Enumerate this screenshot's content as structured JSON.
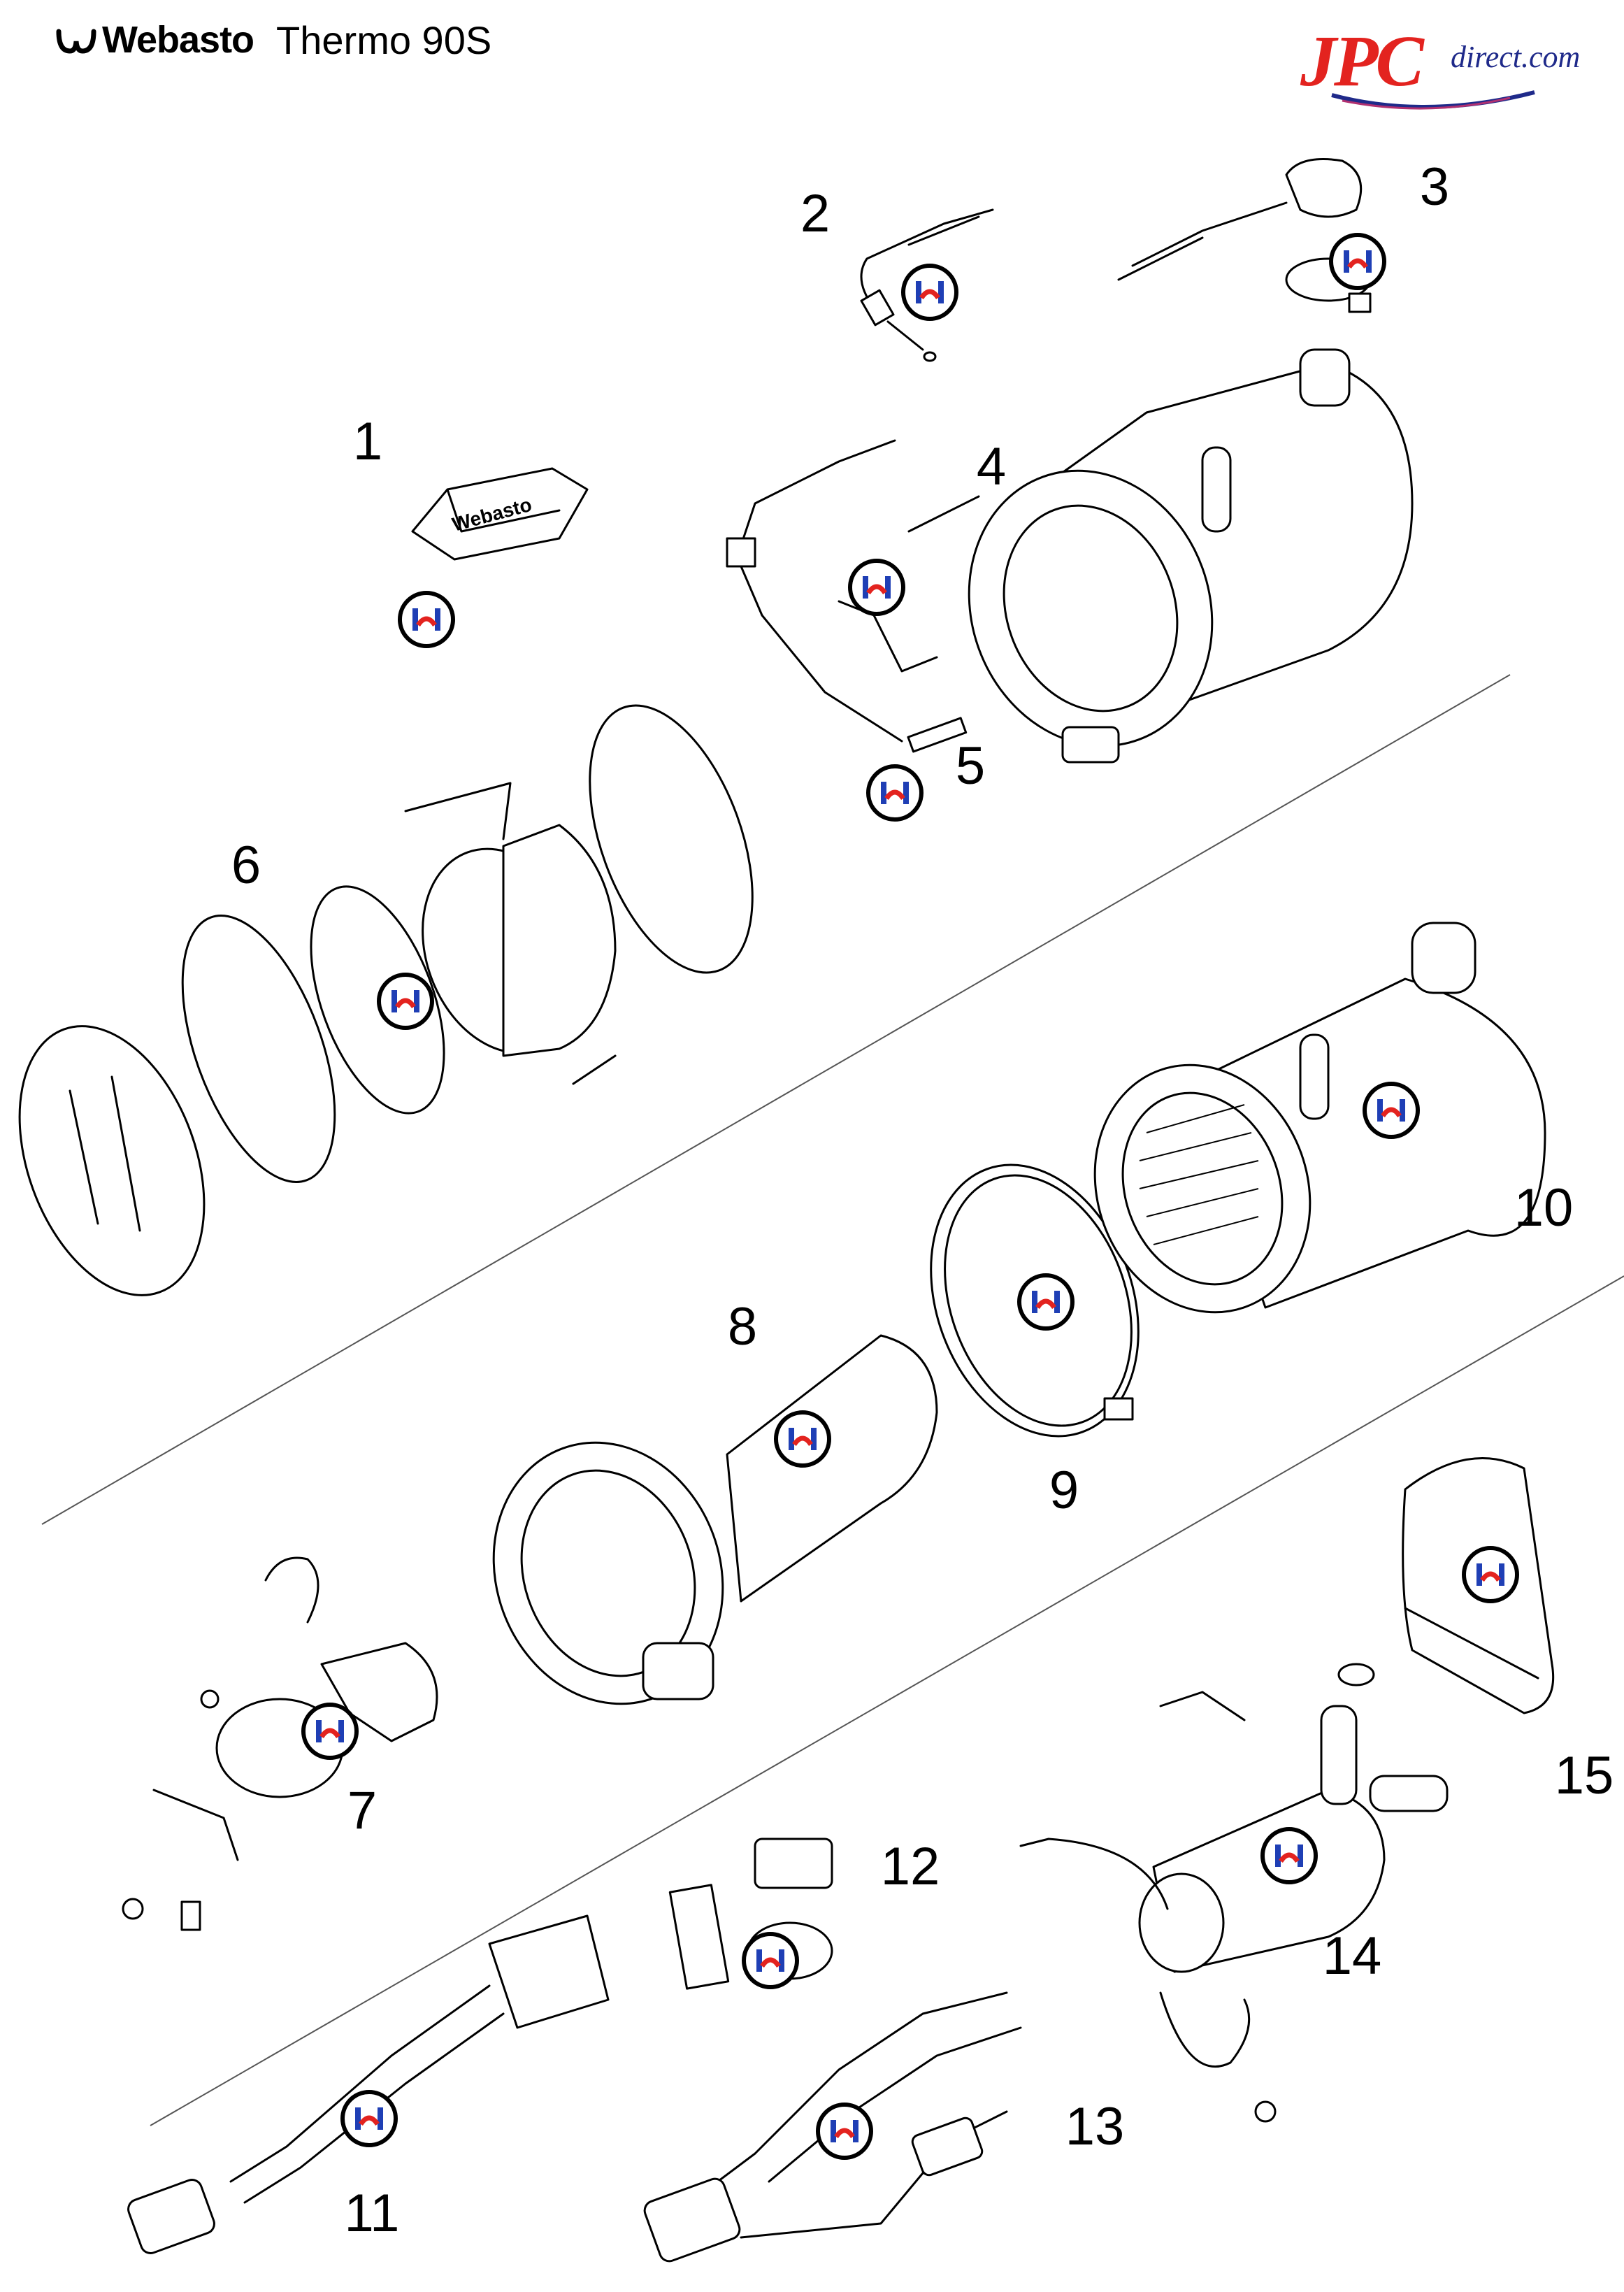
{
  "header": {
    "brand": "Webasto",
    "model": "Thermo 90S"
  },
  "logo": {
    "main": "JPC",
    "sub": "direct.com",
    "colors": {
      "red": "#e3231f",
      "blue": "#1f2a8a"
    }
  },
  "parts": [
    {
      "num": "1"
    },
    {
      "num": "2"
    },
    {
      "num": "3"
    },
    {
      "num": "4"
    },
    {
      "num": "5"
    },
    {
      "num": "6"
    },
    {
      "num": "7"
    },
    {
      "num": "8"
    },
    {
      "num": "9"
    },
    {
      "num": "10"
    },
    {
      "num": "11"
    },
    {
      "num": "12"
    },
    {
      "num": "13"
    },
    {
      "num": "14"
    },
    {
      "num": "15"
    }
  ],
  "badge_icon": "jpc-link-badge-icon",
  "badge_colors": {
    "ring": "#000000",
    "left": "#1f3fb5",
    "right": "#1f3fb5",
    "arc": "#e3231f"
  }
}
